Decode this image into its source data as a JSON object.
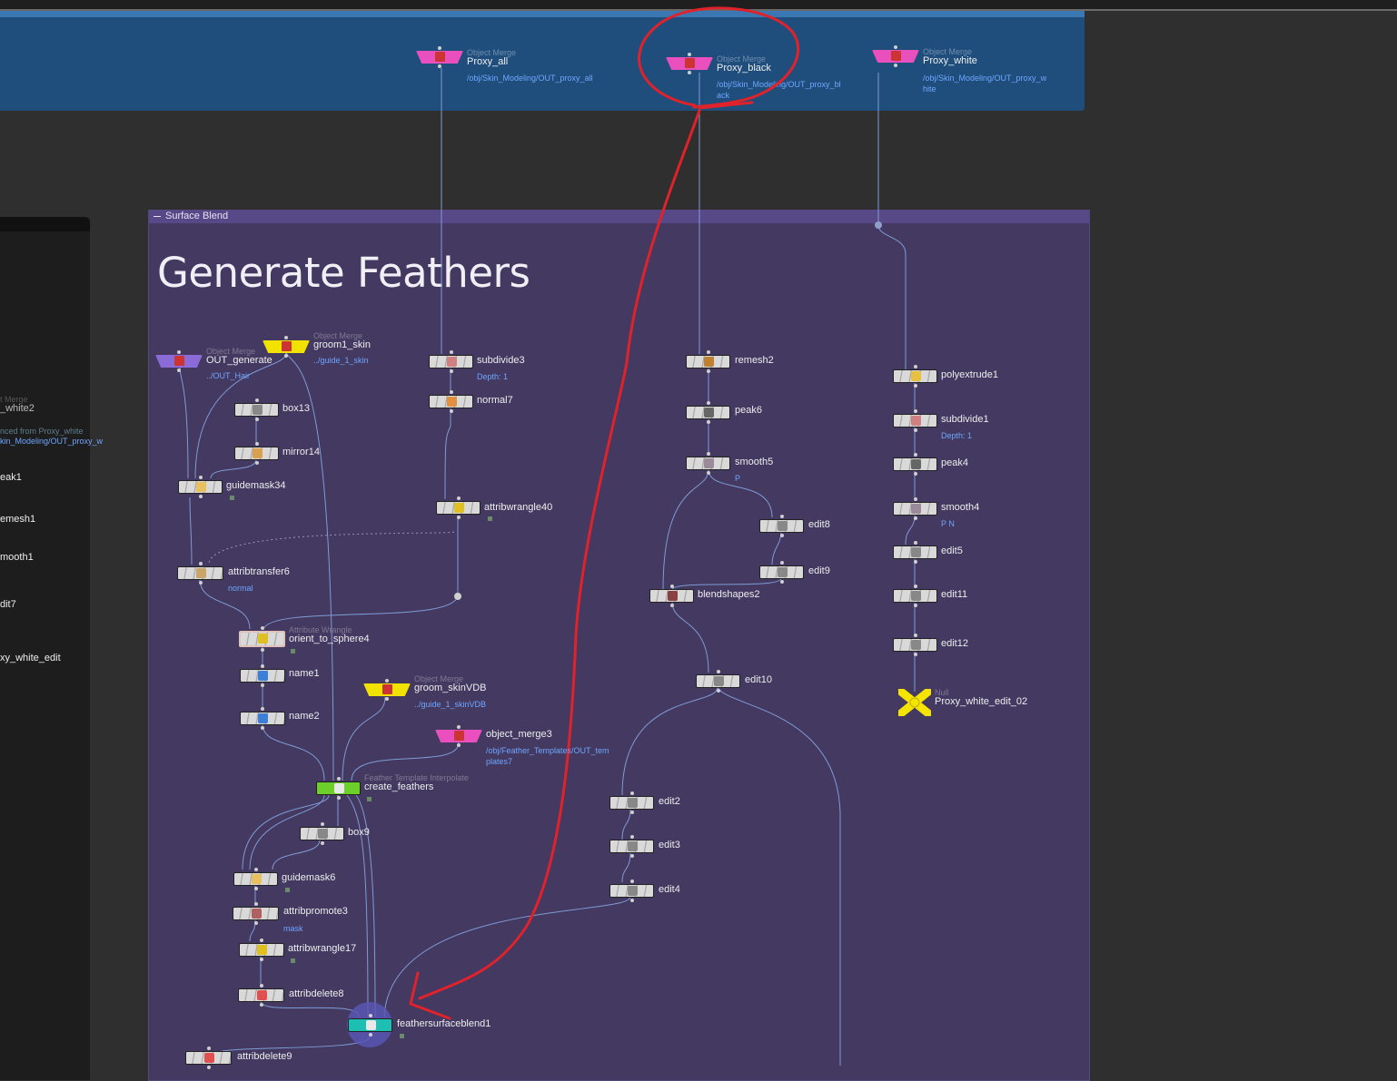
{
  "network_boxes": {
    "surface_blend": "Surface Blend",
    "sticky_title": "Generate Feathers"
  },
  "proxy_nodes": [
    {
      "type": "Object Merge",
      "name": "Proxy_all",
      "path": "/obj/Skin_Modeling/OUT_proxy_all"
    },
    {
      "type": "Object Merge",
      "name": "Proxy_black",
      "path_line1": "/obj/Skin_Modeling/OUT_proxy_bl",
      "path_line2": "ack"
    },
    {
      "type": "Object Merge",
      "name": "Proxy_white",
      "path_line1": "/obj/Skin_Modeling/OUT_proxy_w",
      "path_line2": "hite"
    }
  ],
  "left_column_nodes": {
    "out_generate": {
      "type": "Object Merge",
      "name": "OUT_generate",
      "path": "../OUT_Hair"
    },
    "groom1_skin": {
      "type": "Object Merge",
      "name": "groom1_skin",
      "path": "../guide_1_skin"
    },
    "box13": "box13",
    "mirror14": "mirror14",
    "guidemask34": "guidemask34",
    "attribtransfer6": {
      "name": "attribtransfer6",
      "sub": "normal"
    },
    "orient_to_sphere4": {
      "type": "Attribute Wrangle",
      "name": "orient_to_sphere4"
    },
    "name1": "name1",
    "name2": "name2",
    "groom_skinvdb": {
      "type": "Object Merge",
      "name": "groom_skinVDB",
      "path": "../guide_1_skinVDB"
    },
    "object_merge3": {
      "name": "object_merge3",
      "path_line1": "/obj/Feather_Templates/OUT_tem",
      "path_line2": "plates7"
    },
    "create_feathers": {
      "type": "Feather Template Interpolate",
      "name": "create_feathers"
    },
    "box9": "box9",
    "guidemask6": "guidemask6",
    "attribpromote3": {
      "name": "attribpromote3",
      "sub": "mask"
    },
    "attribwrangle17": "attribwrangle17",
    "attribdelete8": "attribdelete8",
    "feathersurfaceblend1": "feathersurfaceblend1",
    "attribdelete9": "attribdelete9"
  },
  "mid_column_nodes": {
    "subdivide3": {
      "name": "subdivide3",
      "sub": "Depth: 1"
    },
    "normal7": "normal7",
    "attribwrangle40": "attribwrangle40"
  },
  "black_column_nodes": {
    "remesh2": "remesh2",
    "peak6": "peak6",
    "smooth5": {
      "name": "smooth5",
      "sub": "P"
    },
    "edit8": "edit8",
    "edit9": "edit9",
    "blendshapes2": "blendshapes2",
    "edit10": "edit10",
    "edit2": "edit2",
    "edit3": "edit3",
    "edit4": "edit4"
  },
  "white_column_nodes": {
    "polyextrude1": "polyextrude1",
    "subdivide1": {
      "name": "subdivide1",
      "sub": "Depth: 1"
    },
    "peak4": "peak4",
    "smooth4": {
      "name": "smooth4",
      "sub": "P N"
    },
    "edit5": "edit5",
    "edit11": "edit11",
    "edit12": "edit12",
    "proxy_white_edit_02": {
      "type": "Null",
      "name": "Proxy_white_edit_02"
    }
  },
  "side_panel": {
    "merge_type": "t Merge",
    "merge_name": "_white2",
    "ref_line1": "nced from Proxy_white",
    "ref_line2": "kin_Modeling/OUT_proxy_w",
    "items": [
      "eak1",
      "emesh1",
      "mooth1",
      "dit7",
      "xy_white_edit"
    ]
  },
  "colors": {
    "background": "#2f2f2f",
    "proxy_box": "#204e7c",
    "blend_box": "#433961",
    "annotation_red": "#e0222a",
    "object_merge_pink": "#e94fbd",
    "object_merge_yellow": "#f2e200",
    "feather_green": "#6dd02a"
  }
}
